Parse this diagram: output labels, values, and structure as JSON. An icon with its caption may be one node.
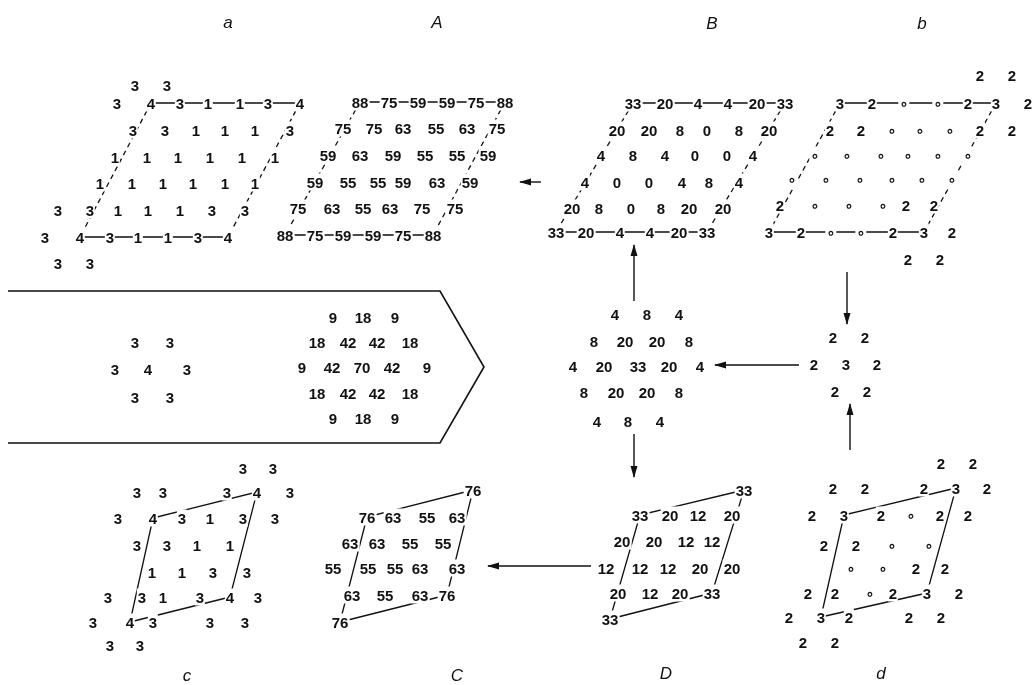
{
  "diagram": {
    "nodes": [
      {
        "text": [
          "3 3",
          "3 4 3 1 1 3 4",
          "3 3 1 1 1 3",
          "1 1 1 1 1 1",
          "1 1 1 1 1 1",
          "3 3 1 1 1 3 3",
          "3 4 3 1 1 3 4",
          "3 3"
        ],
        "beside": [
          "a"
        ]
      },
      {
        "text": [
          "88 75 59 59 75 88",
          "75 75 63 55 63 75",
          "59 63 59 55 55 59",
          "59 55 55 59 63 59",
          "75 63 55 63 75 75",
          "88 75 59 59 75 88"
        ],
        "beside": [
          "A"
        ]
      },
      {
        "text": [
          "33 20 4 4 20 33",
          "20 20 8 0 8 20",
          "4 8 4 0 0 4",
          "4 0 0 4 8 4",
          "20 8 0 8 20 20",
          "33 20 4 4 20 33"
        ],
        "beside": [
          "B"
        ]
      },
      {
        "text": [
          "2 2",
          "3 2 ∘ ∘ 2 3 2",
          "2 2 ∘ ∘ ∘ 2 2",
          "∘ ∘ ∘ ∘ ∘ ∘",
          "∘ ∘ ∘ ∘ ∘ ∘",
          "2 ∘ ∘ ∘ 2 2",
          "3 2 ∘ ∘ 2 3 2",
          "2 2"
        ],
        "beside": [
          "b"
        ]
      },
      {
        "text": [],
        "shape": "pentagon"
      },
      {
        "text": [
          "3 3",
          "3 4 3",
          "3 3"
        ],
        "in": 4
      },
      {
        "text": [
          "9 18 9",
          "18 42 42 18",
          "9 42 70 42 9",
          "18 42 42 18",
          "9 18 9"
        ],
        "in": 4
      },
      {
        "text": [
          "4 8 4",
          "8 20 20 8",
          "4 20 33 20 4",
          "8 20 20 8",
          "4 8 4"
        ]
      },
      {
        "text": [
          "2 2",
          "2 3 2",
          "2 2"
        ]
      },
      {
        "text": [
          "3 3",
          "3 3 3 4 3",
          "3 4 3 1 3 3",
          "3 3 1 1",
          "1 1 3 3",
          "3 3 1 3 4 3",
          "3 4 3 3 3",
          "3 3"
        ],
        "beside": [
          "c"
        ]
      },
      {
        "text": [
          "76",
          "76 63 55 63",
          "63 63 55 55",
          "55 55 55 63 63",
          "63 55 63 76",
          "76"
        ],
        "beside": [
          "C"
        ]
      },
      {
        "text": [
          "33",
          "33 20 12 20",
          "20 20 12 12",
          "12 12 12 20 20",
          "20 12 20 33",
          "33"
        ],
        "beside": [
          "D"
        ]
      },
      {
        "text": [
          "2 2",
          "2 2 2 3 2",
          "2 3 2 ∘ 2 2",
          "2 2 ∘ ∘",
          "∘ ∘ 2 2",
          "2 2 ∘ 2 3 2",
          "2 3 2 2 2",
          "2 2"
        ],
        "beside": [
          "d"
        ]
      }
    ],
    "edges": [
      {
        "from": 2,
        "to": 1,
        "arrow": "to"
      },
      {
        "from": 3,
        "to": 8,
        "arrow": "to"
      },
      {
        "from": 8,
        "to": 7,
        "arrow": "to"
      },
      {
        "from": 7,
        "to": 2,
        "arrow": "to"
      },
      {
        "from": 12,
        "to": 8,
        "arrow": "to"
      },
      {
        "from": 7,
        "to": 11,
        "arrow": "to"
      },
      {
        "from": 11,
        "to": 10,
        "arrow": "to"
      }
    ]
  }
}
